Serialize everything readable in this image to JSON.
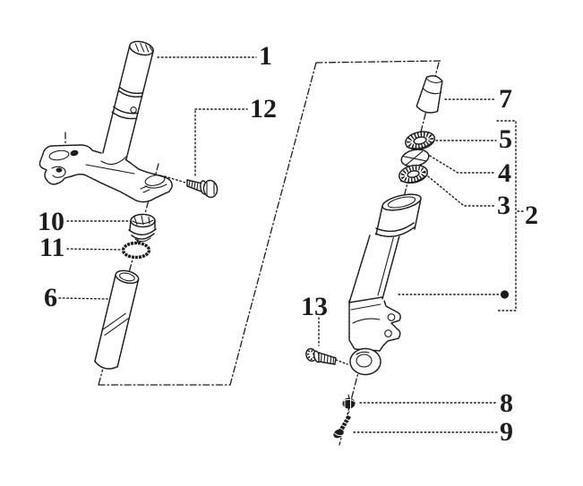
{
  "canvas": {
    "background": "#ffffff",
    "ink": "#1d1d1d"
  },
  "callouts": [
    {
      "id": "1",
      "label": "1"
    },
    {
      "id": "12",
      "label": "12"
    },
    {
      "id": "10",
      "label": "10"
    },
    {
      "id": "11",
      "label": "11"
    },
    {
      "id": "6",
      "label": "6"
    },
    {
      "id": "7",
      "label": "7"
    },
    {
      "id": "5",
      "label": "5"
    },
    {
      "id": "4",
      "label": "4"
    },
    {
      "id": "3",
      "label": "3"
    },
    {
      "id": "2",
      "label": "2"
    },
    {
      "id": "13",
      "label": "13"
    },
    {
      "id": "8",
      "label": "8"
    },
    {
      "id": "9",
      "label": "9"
    }
  ]
}
